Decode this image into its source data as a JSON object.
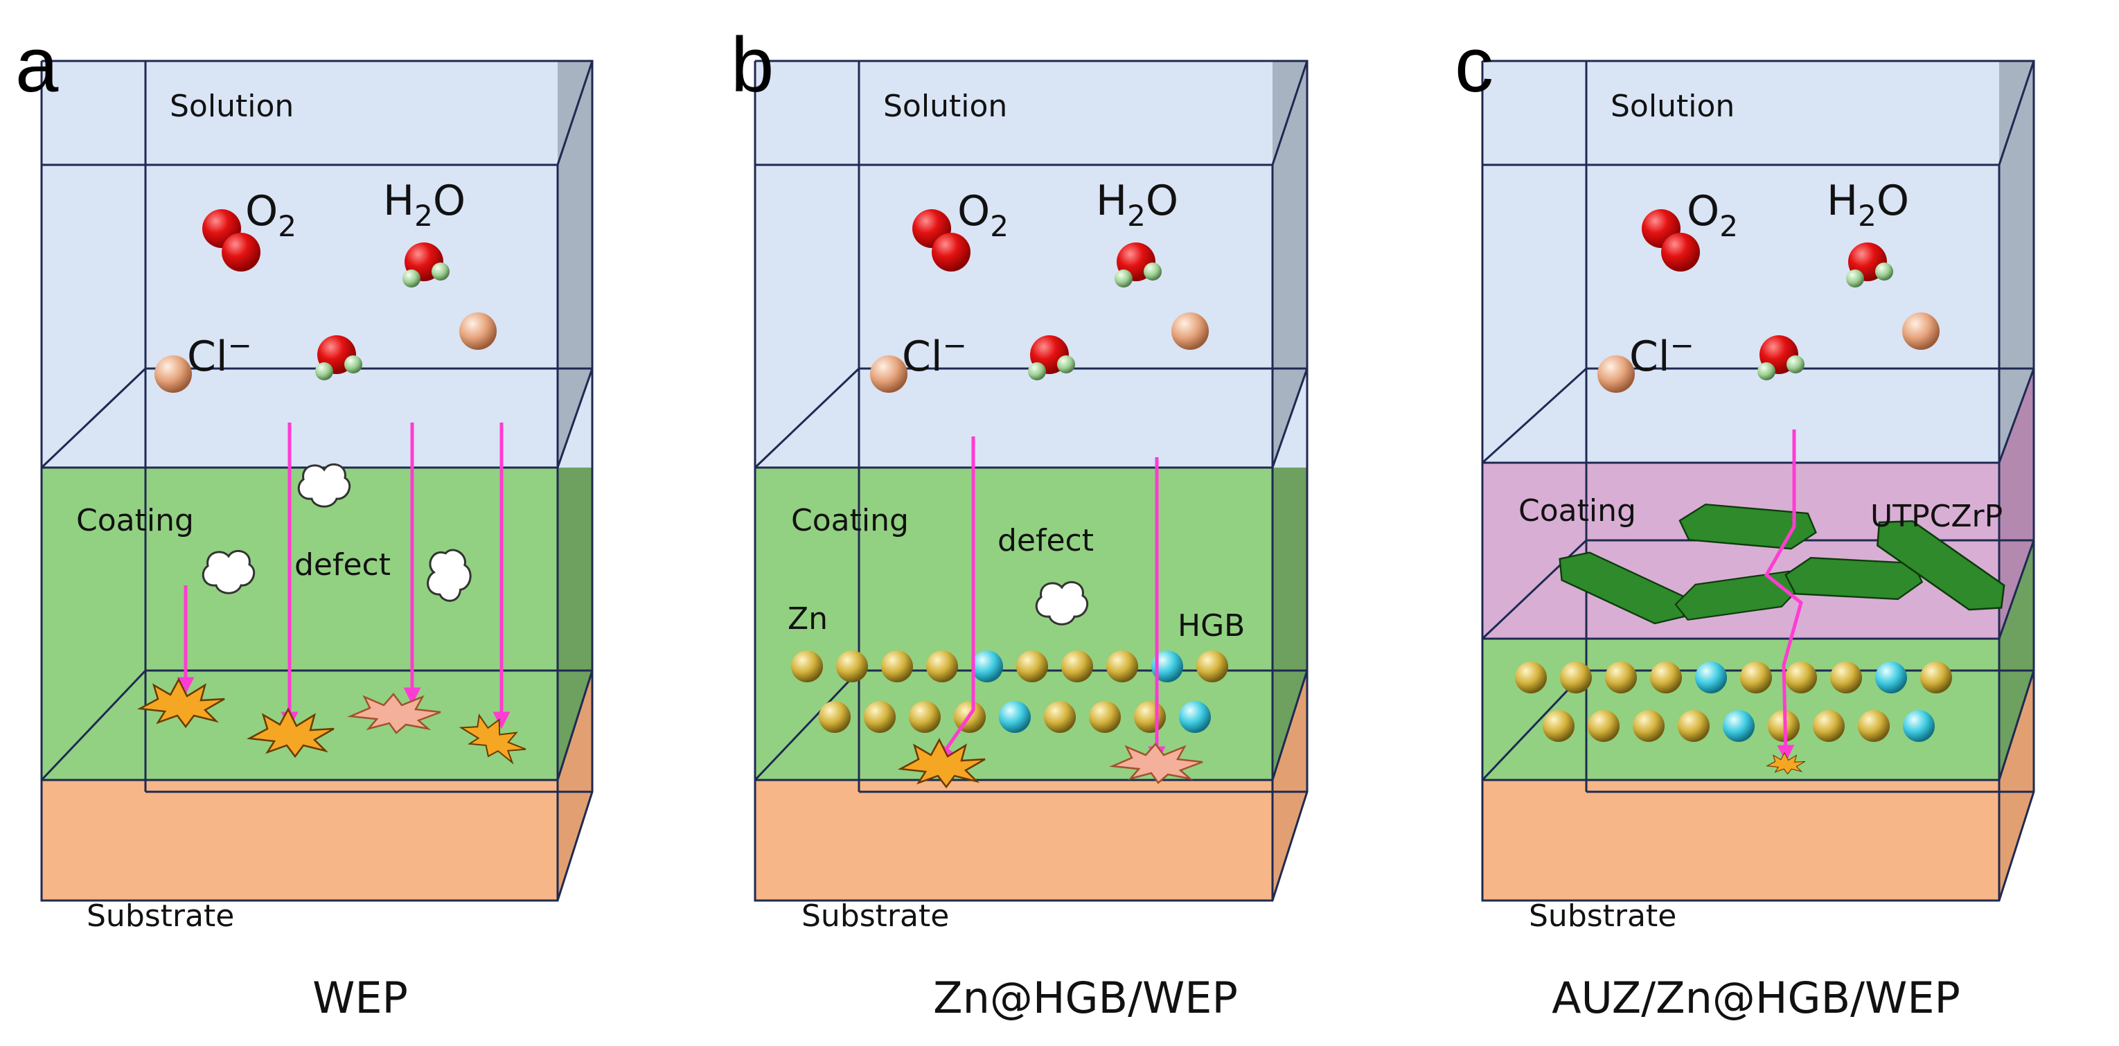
{
  "panels": [
    {
      "letter": "a",
      "caption": "WEP",
      "labels": {
        "solution": "Solution",
        "coating": "Coating",
        "substrate": "Substrate",
        "defect": "defect"
      }
    },
    {
      "letter": "b",
      "caption": "Zn@HGB/WEP",
      "labels": {
        "solution": "Solution",
        "coating": "Coating",
        "substrate": "Substrate",
        "defect": "defect",
        "zn": "Zn",
        "hgb": "HGB"
      }
    },
    {
      "letter": "c",
      "caption": "AUZ/Zn@HGB/WEP",
      "labels": {
        "solution": "Solution",
        "coating": "Coating",
        "substrate": "Substrate",
        "topcoat": "UTPCZrP"
      }
    }
  ],
  "species": {
    "o2_base": "O",
    "o2_sub": "2",
    "h2o_h": "H",
    "h2o_sub": "2",
    "h2o_o": "O",
    "cl": "Cl",
    "cl_charge": "−"
  },
  "colors": {
    "solution": "#d9e4f5",
    "coating": "#92d181",
    "topcoat": "#d9aed4",
    "substrate": "#f6b687",
    "arrow": "#ff3cd2",
    "flake": "#2e8a2a",
    "zinc": "#d8b840",
    "hgb": "#3fd3e8",
    "oxygen": "#e01515",
    "hydrogen": "#a8d8a0",
    "chloride": "#e8a880",
    "pit": "#f5a623"
  }
}
